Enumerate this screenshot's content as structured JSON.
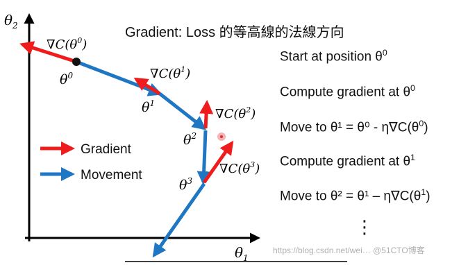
{
  "title": "Gradient: Loss 的等高線的法線方向",
  "axes": {
    "y_label": "θ",
    "y_sub": "2",
    "x_label": "θ",
    "x_sub": "1"
  },
  "legend": {
    "gradient": "Gradient",
    "movement": "Movement"
  },
  "colors": {
    "gradient": "#ee1c1c",
    "movement": "#1f77c4",
    "axis": "#000000"
  },
  "points": [
    {
      "label": "θ",
      "sup": "0",
      "grad_label": "∇C(θ",
      "grad_sup": "0",
      "grad_close": ")"
    },
    {
      "label": "θ",
      "sup": "1",
      "grad_label": "∇C(θ",
      "grad_sup": "1",
      "grad_close": ")"
    },
    {
      "label": "θ",
      "sup": "2",
      "grad_label": "∇C(θ",
      "grad_sup": "2",
      "grad_close": ")"
    },
    {
      "label": "θ",
      "sup": "3",
      "grad_label": "∇C(θ",
      "grad_sup": "3",
      "grad_close": ")"
    }
  ],
  "steps": [
    {
      "text": "Start at position θ",
      "sup": "0",
      "tail": ""
    },
    {
      "text": "Compute gradient at θ",
      "sup": "0",
      "tail": ""
    },
    {
      "text": "Move to θ¹ = θ⁰ - η∇C(θ",
      "sup": "0",
      "tail": ")"
    },
    {
      "text": "Compute gradient at θ",
      "sup": "1",
      "tail": ""
    },
    {
      "text": "Move to θ² = θ¹ – η∇C(θ",
      "sup": "1",
      "tail": ")"
    }
  ],
  "ellipsis": "⋮",
  "watermark": "https://blog.csdn.net/wei… @51CTO博客"
}
